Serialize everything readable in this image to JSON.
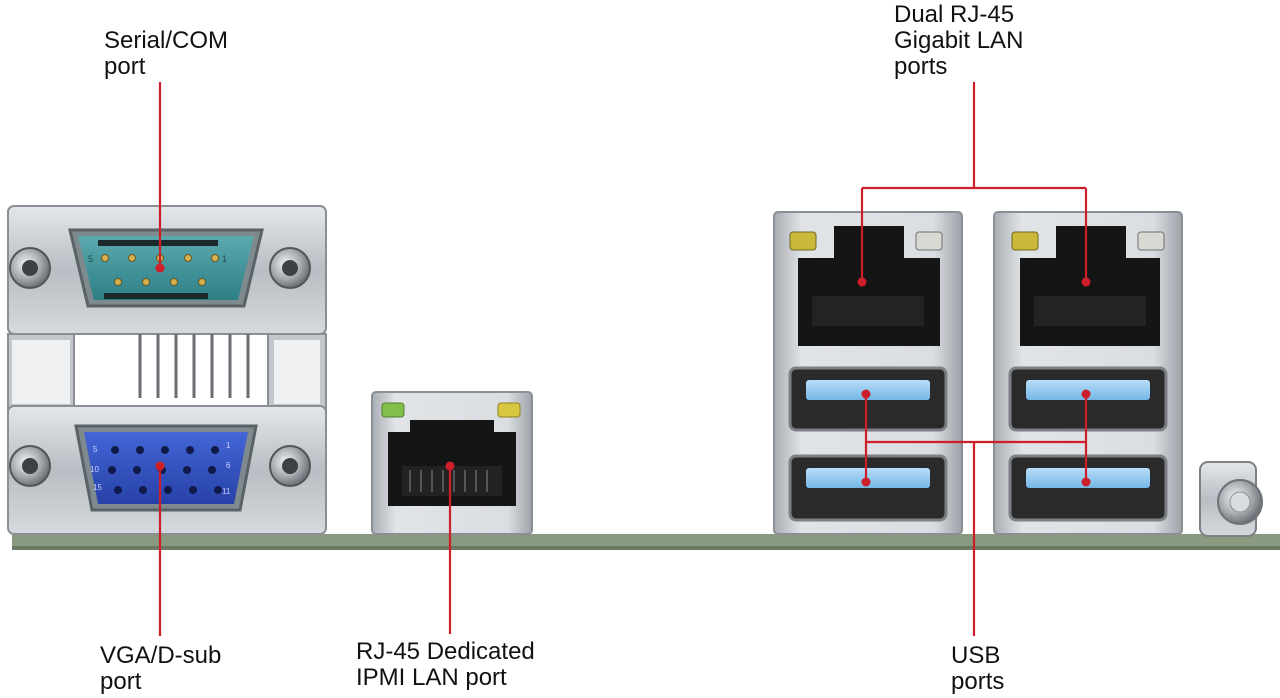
{
  "colors": {
    "leader_line": "#cc1f2a",
    "pcb": "#8a9a80",
    "metal": "#c9cdd2",
    "db9_teal": "#3a8f96",
    "vga_blue": "#2f4fbf",
    "usb3_blue": "#8cc8f0",
    "port_black": "#151515",
    "led_yellow": "#d8c640",
    "led_green": "#7fbf4a"
  },
  "labels": {
    "serial": [
      "Serial/COM",
      "port"
    ],
    "lan": [
      "Dual RJ-45",
      "Gigabit LAN",
      "ports"
    ],
    "vga": [
      "VGA/D-sub",
      "port"
    ],
    "ipmi": [
      "RJ-45 Dedicated",
      "IPMI LAN port"
    ],
    "usb": [
      "USB",
      "ports"
    ]
  },
  "connector_markings": {
    "db9_pin_5": "5",
    "db9_pin_1": "1",
    "vga_pin_5": "5",
    "vga_pin_1": "1",
    "vga_pin_6": "6",
    "vga_pin_10": "10",
    "vga_pin_15": "15",
    "vga_pin_11": "11"
  }
}
